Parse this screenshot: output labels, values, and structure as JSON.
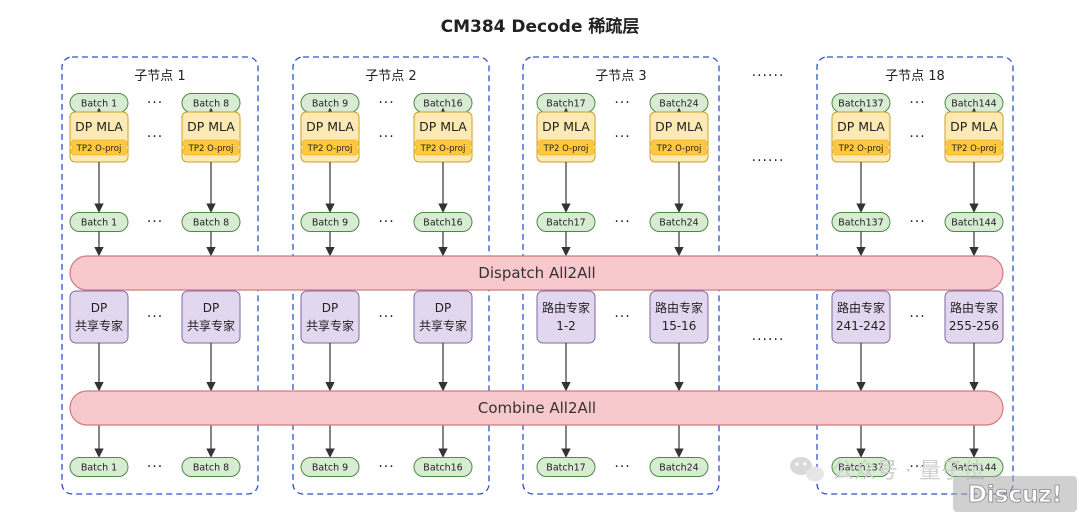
{
  "title": "CM384 Decode 稀疏层",
  "colors": {
    "node_border": "#2f55c5",
    "batch_fill": "#d8ecd3",
    "batch_stroke": "#4d8a44",
    "mla_fill": "#fde9b3",
    "mla_stroke": "#c9a227",
    "tp_fill": "#ffc83d",
    "bar_fill": "#f7c9cd",
    "bar_stroke": "#d47880",
    "expert_fill": "#e2d7ee",
    "expert_stroke": "#7c6aa6",
    "arrow": "#333333"
  },
  "mla_label": "DP MLA",
  "tp_label": "TP2 O-proj",
  "node_gap_dots": "······",
  "pair_dots": "···",
  "dispatch_label": "Dispatch All2All",
  "combine_label": "Combine All2All",
  "nodes": [
    {
      "label": "子节点 1",
      "left_batch": "Batch 1",
      "right_batch": "Batch 8",
      "left_expert": [
        "DP",
        "共享专家"
      ],
      "right_expert": [
        "DP",
        "共享专家"
      ]
    },
    {
      "label": "子节点 2",
      "left_batch": "Batch 9",
      "right_batch": "Batch16",
      "left_expert": [
        "DP",
        "共享专家"
      ],
      "right_expert": [
        "DP",
        "共享专家"
      ]
    },
    {
      "label": "子节点 3",
      "left_batch": "Batch17",
      "right_batch": "Batch24",
      "left_expert": [
        "路由专家",
        "1-2"
      ],
      "right_expert": [
        "路由专家",
        "15-16"
      ]
    },
    {
      "label": "子节点 18",
      "left_batch": "Batch137",
      "right_batch": "Batch144",
      "left_expert": [
        "路由专家",
        "241-242"
      ],
      "right_expert": [
        "路由专家",
        "255-256"
      ]
    }
  ],
  "watermark": {
    "account": "公众号 · 量子位",
    "site": "Discuz!"
  }
}
